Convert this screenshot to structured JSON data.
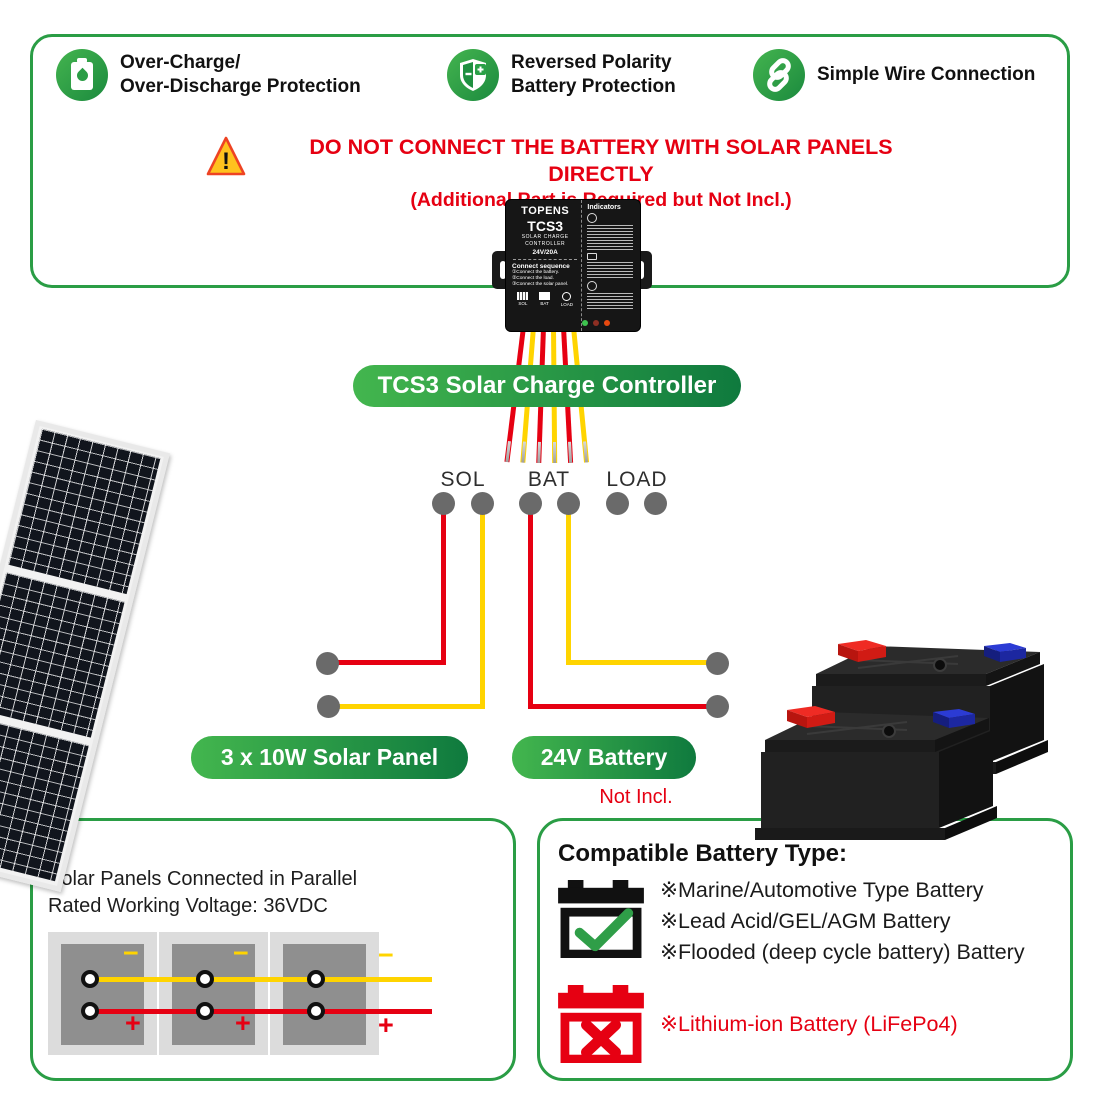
{
  "colors": {
    "green_border": "#2a9d45",
    "pill_green_light": "#43b64e",
    "pill_green_dark": "#0f7a3e",
    "red": "#e60012",
    "yellow": "#ffd400",
    "dot_gray": "#6a6a6a"
  },
  "icons": {
    "badge1": "battery-leaf-icon",
    "badge2": "shield-polarity-icon",
    "badge3": "chain-link-icon",
    "warning": "warning-triangle-icon",
    "good": "battery-check-icon",
    "bad": "battery-x-icon"
  },
  "top_box": {
    "badges": [
      {
        "line1": "Over-Charge/",
        "line2": "Over-Discharge Protection"
      },
      {
        "line1": "Reversed Polarity",
        "line2": "Battery Protection"
      },
      {
        "line1": "Simple Wire Connection",
        "line2": ""
      }
    ],
    "warning": {
      "line1": "DO NOT CONNECT THE BATTERY WITH SOLAR PANELS DIRECTLY",
      "line2": "(Additional Part is Required but Not Incl.)",
      "exclamation": "!"
    }
  },
  "controller": {
    "brand": "TOPENS",
    "model": "TCS3",
    "name1": "SOLAR CHARGE",
    "name2": "CONTROLLER",
    "rating": "24V/20A",
    "connect_title": "Connect sequence",
    "steps": [
      "①Connect the battery.",
      "②Connect the load.",
      "③Connect the solar panel."
    ],
    "indicators_title": "Indicators",
    "ports": [
      "SOL",
      "BAT",
      "LOAD"
    ]
  },
  "labels": {
    "controller_pill": "TCS3 Solar Charge Controller",
    "solar_pill": "3 x 10W Solar Panel",
    "battery_pill": "24V Battery",
    "not_incl": "Not Incl."
  },
  "terminals": {
    "sol": "SOL",
    "bat": "BAT",
    "load": "LOAD"
  },
  "solar_box": {
    "line1": "Solar Panels Connected in Parallel",
    "line2": "Rated Working Voltage: 36VDC",
    "minus": "−",
    "plus": "+"
  },
  "battery_box": {
    "title": "Compatible Battery Type:",
    "compatible": [
      "※Marine/Automotive Type Battery",
      "※Lead Acid/GEL/AGM Battery",
      "※Flooded (deep cycle battery) Battery"
    ],
    "incompatible": "※Lithium-ion Battery (LiFePo4)"
  }
}
